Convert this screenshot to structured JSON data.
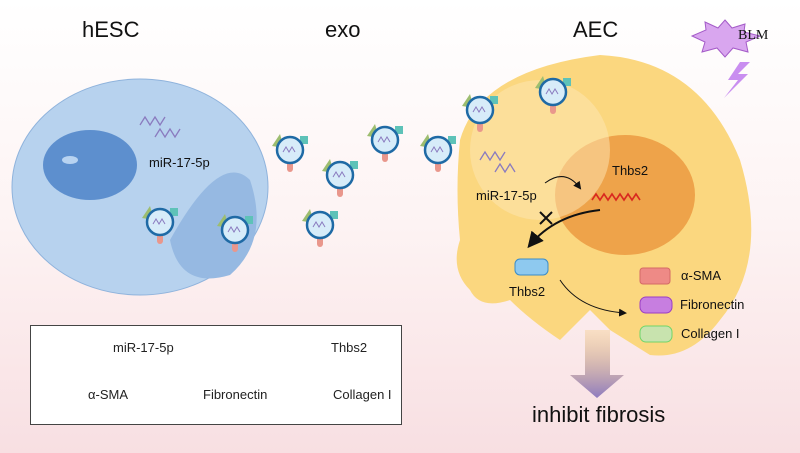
{
  "titles": {
    "left": "hESC",
    "middle": "exo",
    "right": "AEC"
  },
  "stimulus": "BLM",
  "labels": {
    "hesc_mirna": "miR-17-5p",
    "aec_mirna": "miR-17-5p",
    "nucleus_gene": "Thbs2",
    "protein": "Thbs2",
    "outcome": "inhibit fibrosis"
  },
  "targets": [
    "α-SMA",
    "Fibronectin",
    "Collagen I"
  ],
  "legend": {
    "mirna": "miR-17-5p",
    "thbs2": "Thbs2",
    "asma": "α-SMA",
    "fibronectin": "Fibronectin",
    "collagen": "Collagen I"
  },
  "colors": {
    "hesc": "#b7d2ee",
    "aec": "#fbd77f",
    "nucleus_aec": "#eea34a",
    "asma": "#ee8a86",
    "fibronectin": "#c77ee0",
    "collagen": "#bfe8b8",
    "thbs2": "#8ec9ef",
    "mirna": "#8a7bbf",
    "mrna": "#d9281f",
    "blm": "#d9a6ef"
  }
}
